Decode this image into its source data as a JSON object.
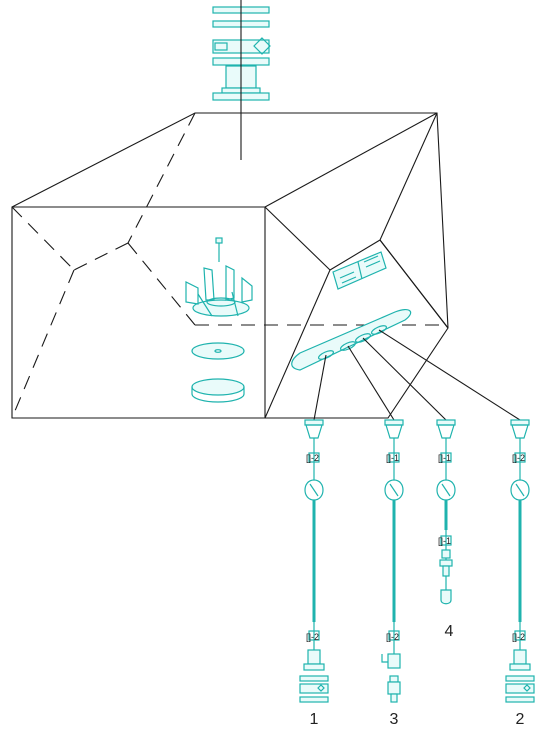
{
  "diagram": {
    "colors": {
      "outline": "#1a1a1a",
      "accent": "#1fb3ae"
    },
    "chains": [
      {
        "label": "1",
        "count_top": "2",
        "count_mid": null,
        "count_bottom": "2"
      },
      {
        "label": "3",
        "count_top": "1",
        "count_mid": null,
        "count_bottom": "2"
      },
      {
        "label": "4",
        "count_top": "1",
        "count_mid": "1",
        "count_bottom": null
      },
      {
        "label": "2",
        "count_top": "2",
        "count_mid": null,
        "count_bottom": "2"
      }
    ]
  }
}
